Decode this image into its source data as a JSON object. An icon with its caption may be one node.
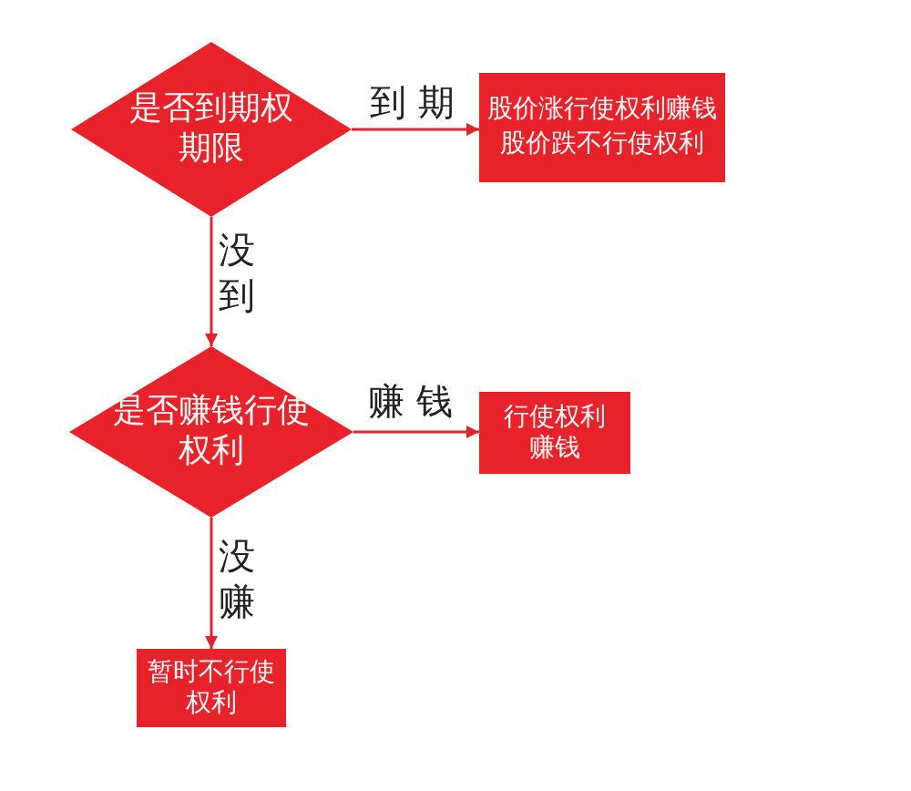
{
  "diagram": {
    "nodes": [
      {
        "text": [
          "是否到期权期限"
        ]
      },
      {
        "text": [
          "股价涨行使权利赚钱",
          "股价跌不行使权利"
        ]
      },
      {
        "text": [
          "是否赚钱行使权利"
        ]
      },
      {
        "text": [
          "行使权利赚钱"
        ]
      },
      {
        "text": [
          "暂时不行使权利"
        ]
      }
    ],
    "edges": [
      {
        "from": 0,
        "to": 1,
        "arrow": "to",
        "label": "到 期"
      },
      {
        "from": 0,
        "to": 2,
        "arrow": "to",
        "label": "没到"
      },
      {
        "from": 2,
        "to": 3,
        "arrow": "to",
        "label": "赚 钱"
      },
      {
        "from": 2,
        "to": 4,
        "arrow": "to",
        "label": "没赚"
      }
    ]
  }
}
